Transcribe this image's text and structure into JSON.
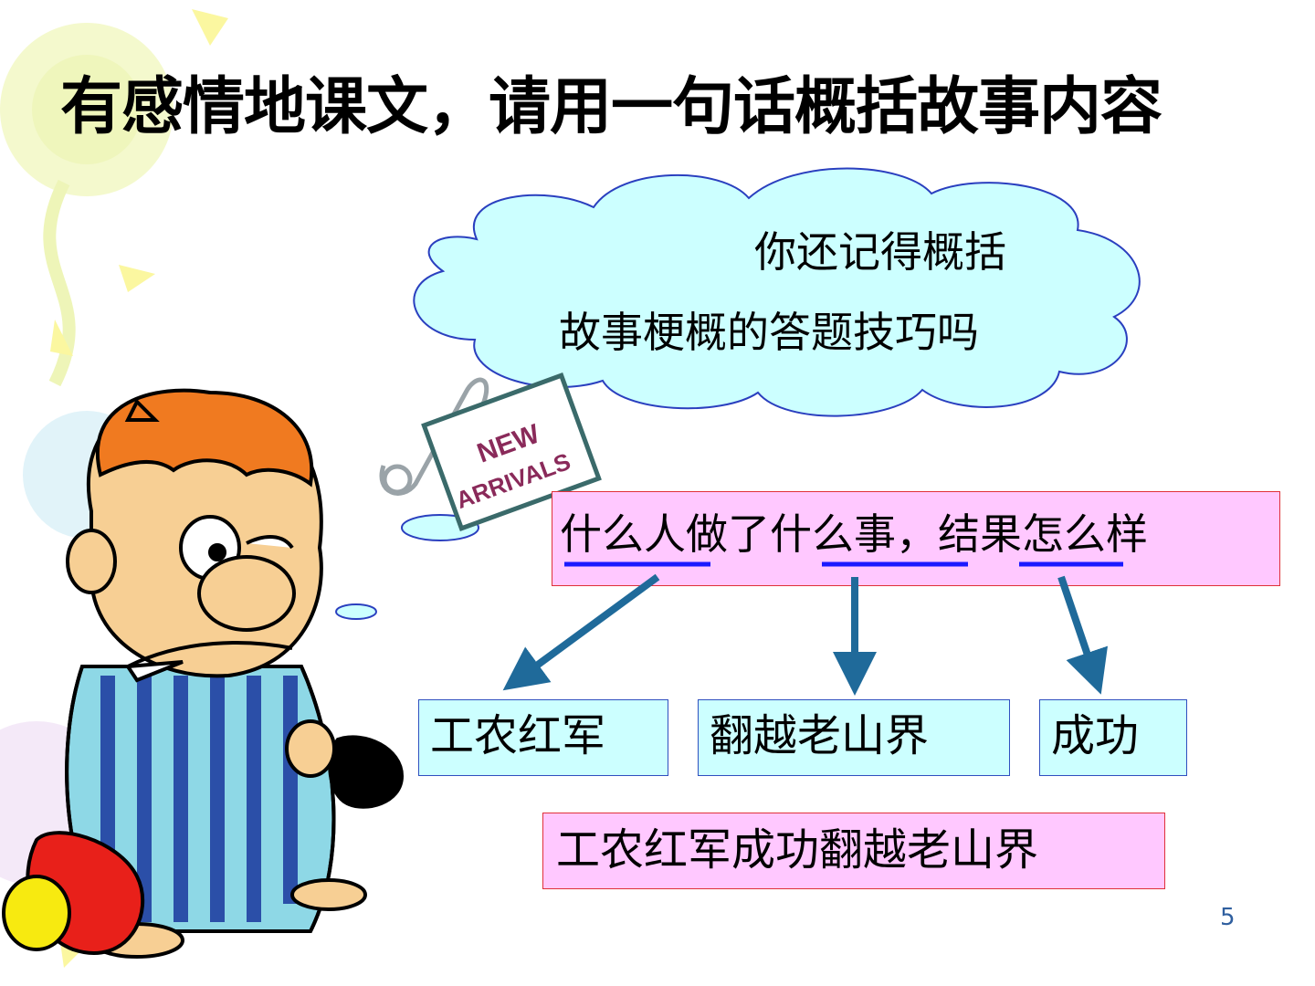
{
  "slide": {
    "title": "有感情地课文，请用一句话概括故事内容",
    "cloud": {
      "line1": "你还记得概括",
      "line2": "故事梗概的答题技巧吗"
    },
    "tag_text": {
      "line1": "NEW",
      "line2": "ARRIVALS"
    },
    "formula": {
      "part1": "什么人",
      "part2": "做了",
      "part3": "什么事",
      "part4": "，",
      "part5": "结果",
      "part6": "怎么样"
    },
    "answers": {
      "who": "工农红军",
      "what": "翻越老山界",
      "result": "成功"
    },
    "summary": "工农红军成功翻越老山界",
    "page_number": "5"
  },
  "colors": {
    "underline": "#1a1aff",
    "arrow": "#1f6a9a",
    "pink_box": "#ffc8ff",
    "cyan_box": "#ccffff",
    "cloud_fill": "#ccffff",
    "cloud_stroke": "#2a3fbf",
    "hair": "#f07a20",
    "skin": "#f7cf94"
  },
  "icons": {
    "cloud": "thought-bubble",
    "tag": "safety-pin-tag",
    "character": "crying-boy-cartoon"
  }
}
